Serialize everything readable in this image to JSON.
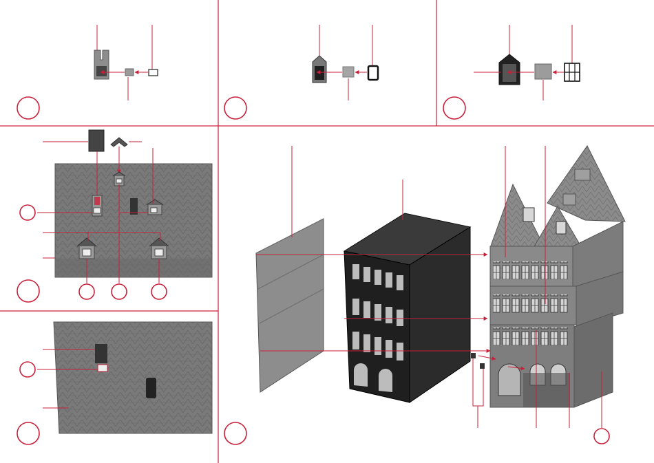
{
  "colors": {
    "accent": "#c9203a",
    "roof_gray": "#7d7d7d",
    "roof_dark": "#5f5f5f",
    "wall_dark": "#2a2a2a",
    "wall_mid": "#8a8a8a",
    "window_light": "#d8d8d8"
  },
  "panels": [
    {
      "id": "step-a",
      "part": "dormer-parts-small"
    },
    {
      "id": "step-b",
      "part": "gable-dormer-parts"
    },
    {
      "id": "step-c",
      "part": "large-gable-dormer-parts"
    },
    {
      "id": "step-d",
      "part": "roof-with-dormers"
    },
    {
      "id": "step-e",
      "part": "rear-roof-with-chimney"
    },
    {
      "id": "step-f",
      "part": "house-assembly"
    }
  ],
  "icons": [
    "step-circle-icon",
    "arrow-icon"
  ]
}
